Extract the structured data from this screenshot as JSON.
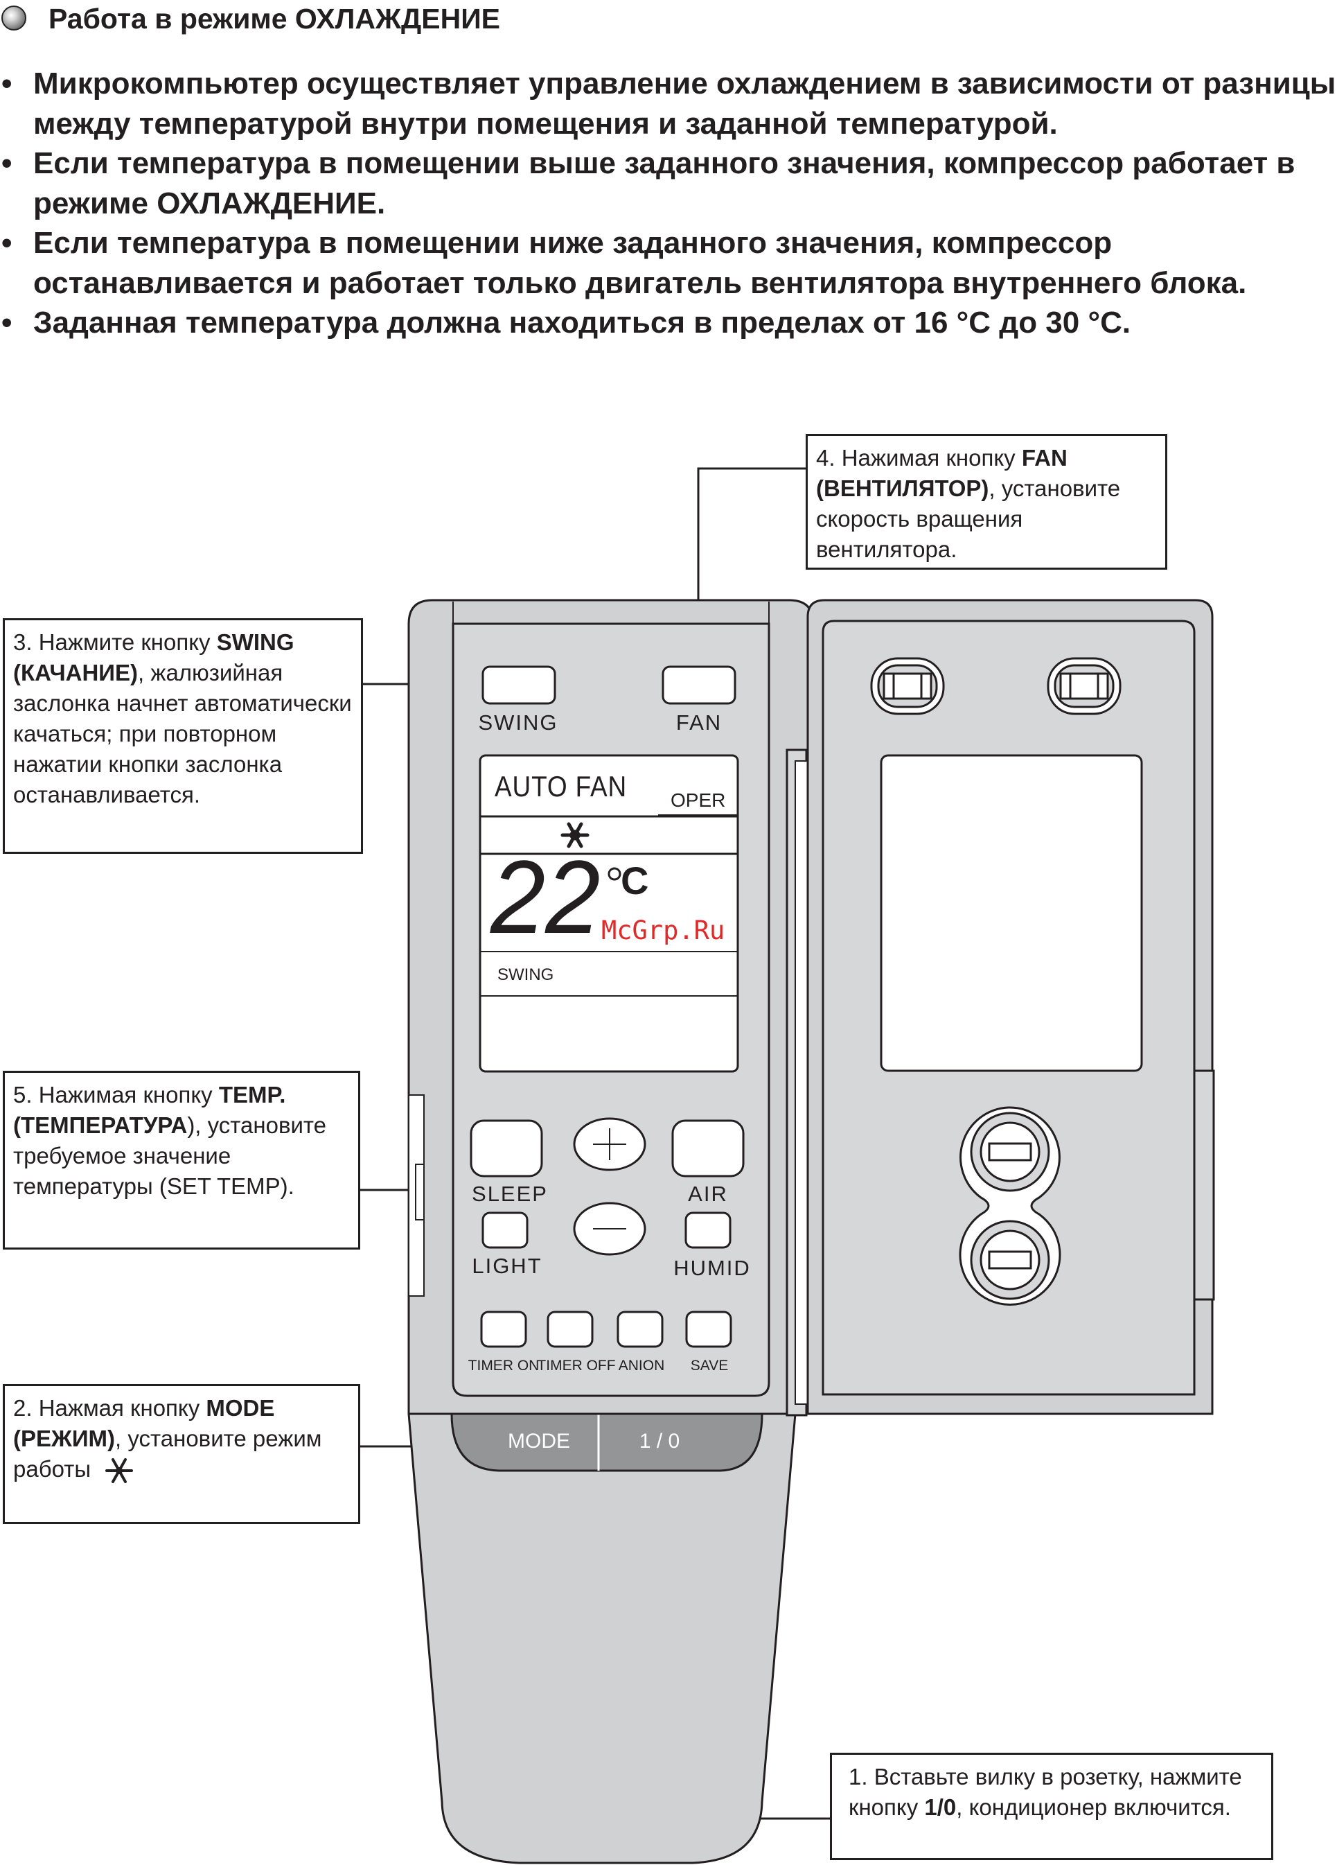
{
  "header": {
    "title": "Работа в режиме ОХЛАЖДЕНИЕ"
  },
  "bullets": [
    "Микрокомпьютер осуществляет управление охлаждением в зависимости от разницы между температурой внутри помещения и заданной температурой.",
    "Если температура в помещении выше заданного значения, компрессор работает в режиме ОХЛАЖДЕНИЕ.",
    "Если температура в помещении ниже заданного значения, компрессор останавливается и работает только двигатель вентилятора внутреннего блока.",
    "Заданная температура должна находиться в пределах от 16 °C до 30 °C."
  ],
  "callouts": {
    "step4": {
      "prefix": "4. Нажимая кнопку ",
      "bold1": "FAN",
      "bold2": "(ВЕНТИЛЯТОР)",
      "rest": ", установите скорость вращения вентилятора."
    },
    "step3": {
      "prefix": "3. Нажмите кнопку ",
      "bold1": "SWING",
      "bold2": "(КАЧАНИЕ)",
      "rest": ", жалюзийная заслонка начнет автоматически качаться; при повторном нажатии кнопки заслонка останавливается."
    },
    "step5": {
      "prefix": "5. Нажимая кнопку ",
      "bold1": "TEMP.",
      "bold2": "(ТЕМПЕРАТУРА",
      "rest": "), установите требуемое значение температуры (SET TEMP)."
    },
    "step2": {
      "prefix": "2. Нажмая кнопку ",
      "bold1": "MODE",
      "bold2": "(РЕЖИМ)",
      "rest": ", установите режим работы"
    },
    "step1": {
      "prefix": "1. Вставьте вилку в розетку, нажмите кнопку ",
      "bold1": "1/0",
      "rest": ", кондиционер включится."
    }
  },
  "remote": {
    "buttons": {
      "swing": "SWING",
      "fan": "FAN",
      "sleep": "SLEEP",
      "air": "AIR",
      "light": "LIGHT",
      "humid": "HUMID",
      "timer_on": "TIMER ON",
      "timer_off": "TIMER OFF",
      "anion": "ANION",
      "save": "SAVE",
      "mode": "MODE",
      "power": "1 / 0"
    },
    "display": {
      "fan_mode": "AUTO FAN",
      "oper": "OPER",
      "temperature": "22",
      "unit": "C",
      "swing": "SWING"
    }
  },
  "watermark": "McGrp.Ru"
}
